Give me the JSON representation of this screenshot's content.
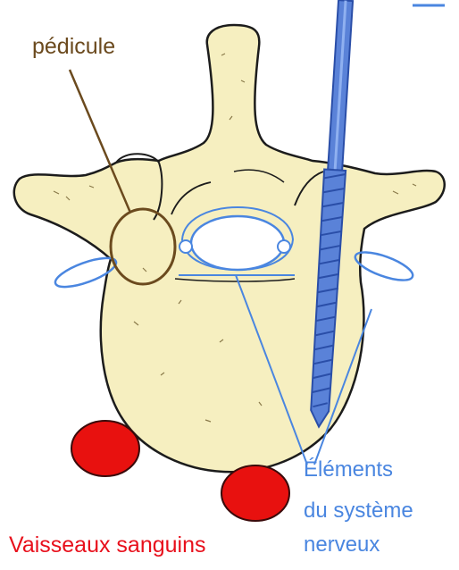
{
  "labels": {
    "pedicle": "pédicule",
    "vessels": "Vaisseaux sanguins",
    "nerve_line1": "Éléments",
    "nerve_line2": "du système",
    "nerve_line3": "nerveux"
  },
  "colors": {
    "pedicle": "#6b4a1e",
    "vessels": "#e8101c",
    "nerve": "#4a86e0",
    "bone": "#f6efc0",
    "bone_outline": "#1c1c1c",
    "screw": "#5a82d8",
    "screw_dark": "#2a4ea8",
    "vessel_fill": "#e8110f"
  }
}
